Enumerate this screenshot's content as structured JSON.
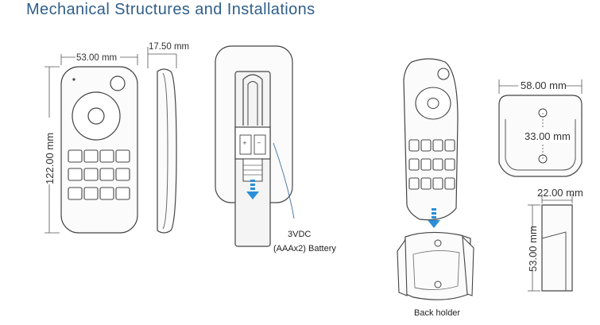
{
  "title": "Mechanical Structures and Installations",
  "dimensions": {
    "width": "53.00 mm",
    "thickness": "17.50 mm",
    "height": "122.00 mm",
    "holder_width": "58.00 mm",
    "holder_hole_spacing": "33.00 mm",
    "holder_depth": "22.00 mm",
    "holder_height": "53.00 mm"
  },
  "battery": {
    "voltage": "3VDC",
    "type": "(AAAx2) Battery"
  },
  "labels": {
    "back_holder": "Back holder"
  },
  "colors": {
    "title": "#2f5f8a",
    "arrow": "#2a8fd8",
    "leader": "#3a6ea5"
  }
}
